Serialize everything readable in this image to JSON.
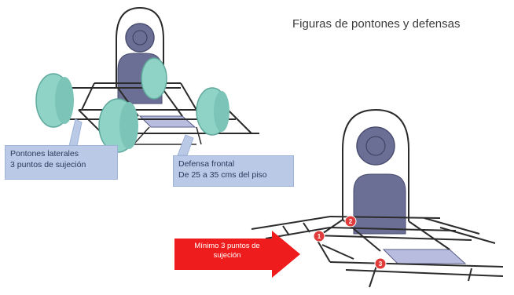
{
  "title": "Figuras de pontones y defensas",
  "callouts": {
    "lateral": {
      "line1": "Pontones laterales",
      "line2": "3 puntos de sujeción"
    },
    "frontal": {
      "line1": "Defensa frontal",
      "line2": "De 25 a 35 cms del piso"
    }
  },
  "arrow": {
    "line1": "Mínimo 3 puntos de",
    "line2": "sujeción"
  },
  "badges": [
    "1",
    "2",
    "3"
  ],
  "colors": {
    "pontoon": "#8fd3c7",
    "seat": "#6b6f95",
    "callout_bg": "#b9c9e6",
    "arrow": "#ee1c1c",
    "badge": "#e03a3a"
  }
}
